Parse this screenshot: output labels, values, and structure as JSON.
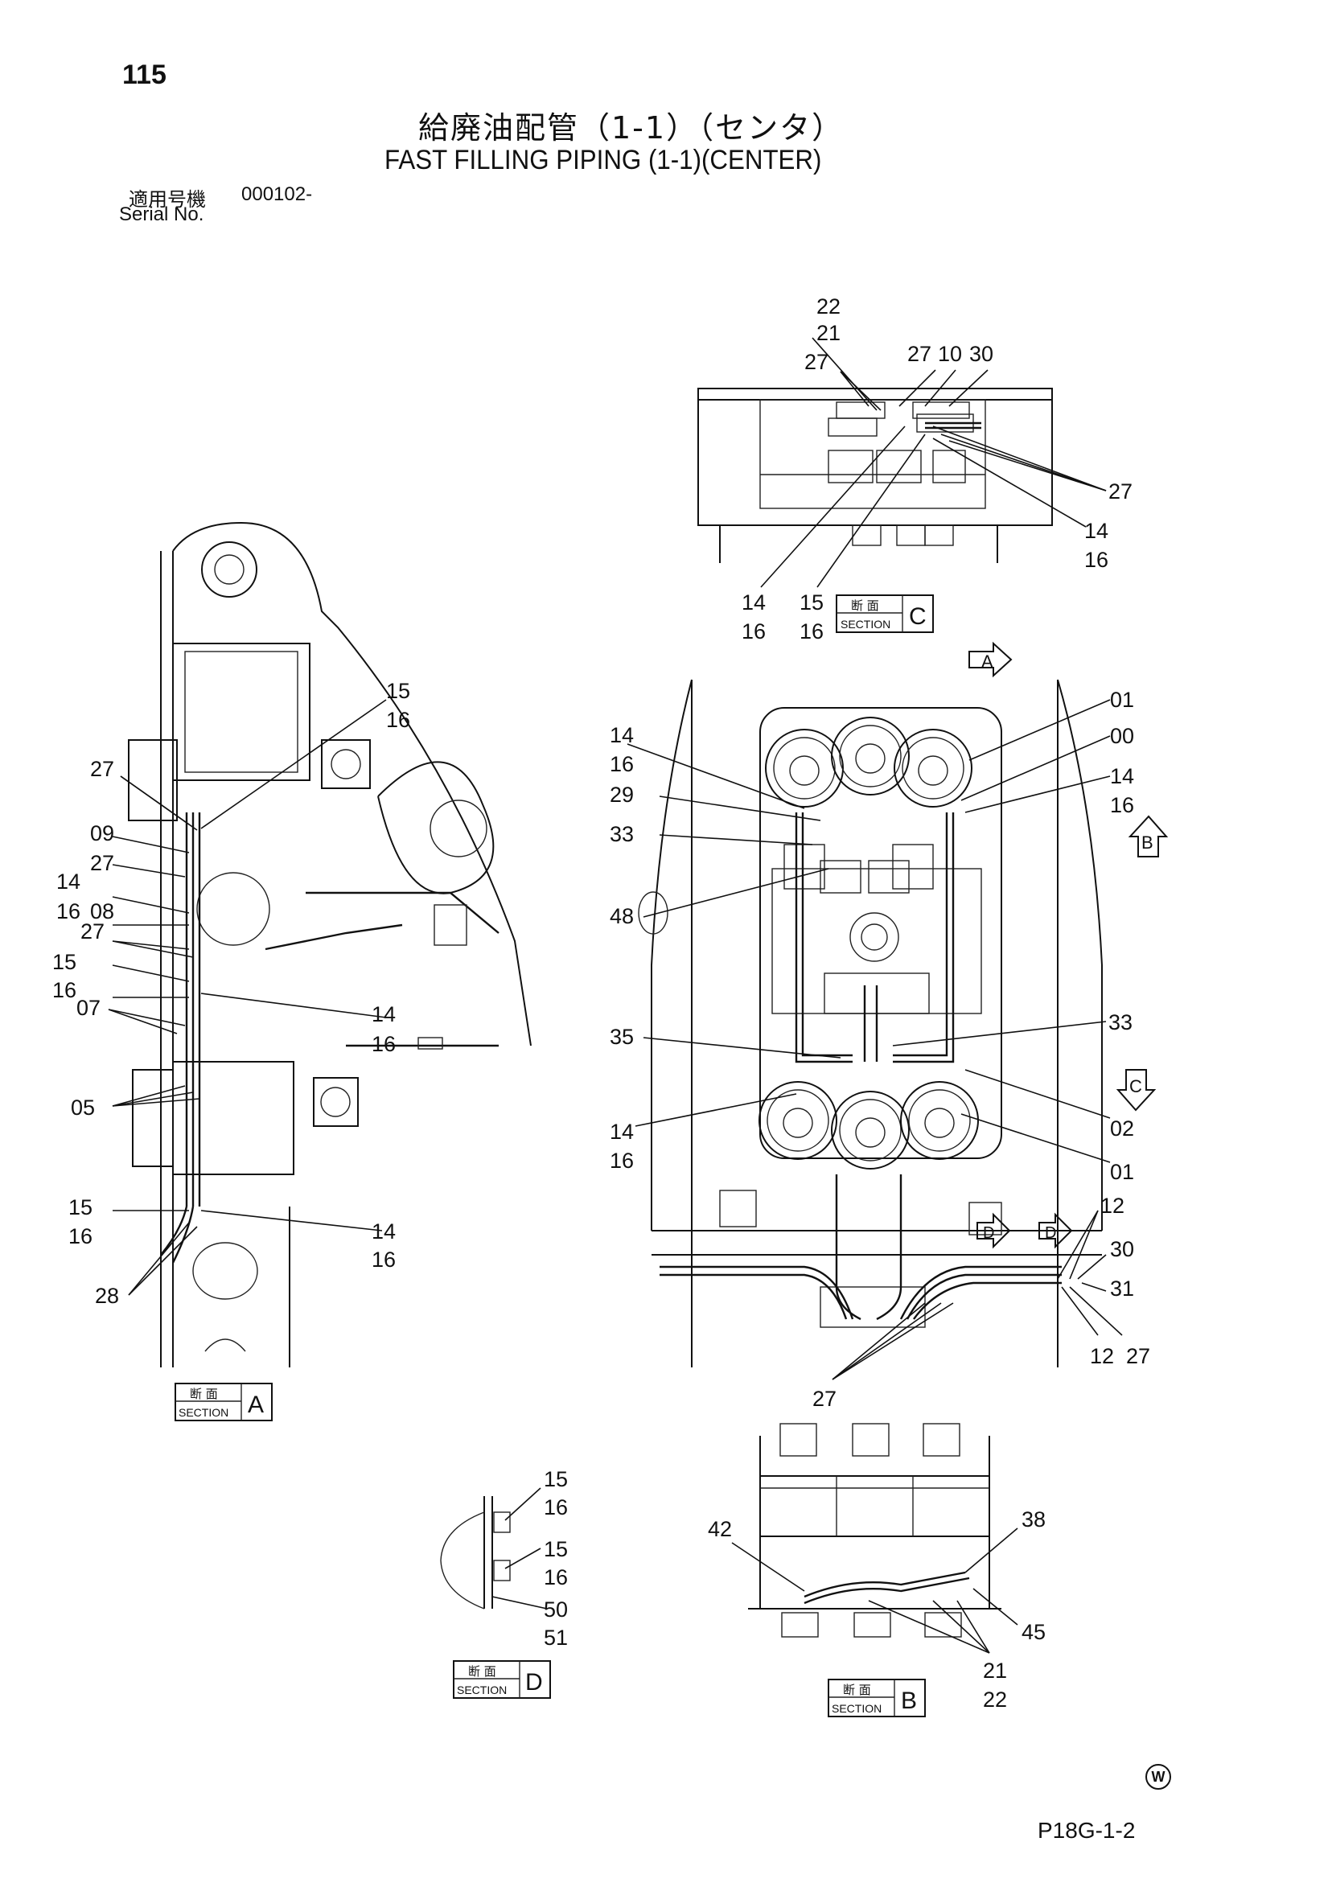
{
  "header": {
    "page_number": "115",
    "title_jp": "給廃油配管（1-1）（センタ）",
    "title_en": "FAST FILLING PIPING (1-1)(CENTER)",
    "serial_label_jp": "適用号機",
    "serial_value": "000102-",
    "serial_label_en": "Serial No."
  },
  "section_label_jp": "断 面",
  "section_label_en": "SECTION",
  "sections": {
    "a": "A",
    "b": "B",
    "c": "C",
    "d": "D"
  },
  "view_arrows": {
    "a": "A",
    "b": "B",
    "c": "C",
    "d": "D"
  },
  "callouts": {
    "c_22": "22",
    "c_21": "21",
    "c_27a": "27",
    "c_27b": "27",
    "c_10": "10",
    "c_30": "30",
    "c_27c": "27",
    "c_14a": "14",
    "c_16a": "16",
    "c_14b": "14",
    "c_16b": "16",
    "c_15a": "15",
    "c_16c": "16",
    "m_01a": "01",
    "m_00": "00",
    "m_14a": "14",
    "m_16a": "16",
    "m_14b": "14",
    "m_16b": "16",
    "m_29": "29",
    "m_33a": "33",
    "m_48": "48",
    "m_33b": "33",
    "m_35": "35",
    "m_02": "02",
    "m_14c": "14",
    "m_16c": "16",
    "m_01b": "01",
    "m_12a": "12",
    "m_30": "30",
    "m_31": "31",
    "m_12b": "12",
    "m_27a": "27",
    "m_27b": "27",
    "a_15a": "15",
    "a_16a": "16",
    "a_27a": "27",
    "a_09": "09",
    "a_27b": "27",
    "a_14a": "14",
    "a_16b": "16",
    "a_08": "08",
    "a_27c": "27",
    "a_15b": "15",
    "a_16c": "16",
    "a_07": "07",
    "a_14b": "14",
    "a_16d": "16",
    "a_05": "05",
    "a_15c": "15",
    "a_16e": "16",
    "a_14c": "14",
    "a_16f": "16",
    "a_28": "28",
    "d_15a": "15",
    "d_16a": "16",
    "d_15b": "15",
    "d_16b": "16",
    "d_50": "50",
    "d_51": "51",
    "b_42": "42",
    "b_38": "38",
    "b_45": "45",
    "b_21": "21",
    "b_22": "22"
  },
  "footer": {
    "drawing_code": "P18G-1-2",
    "w_mark": "W"
  }
}
